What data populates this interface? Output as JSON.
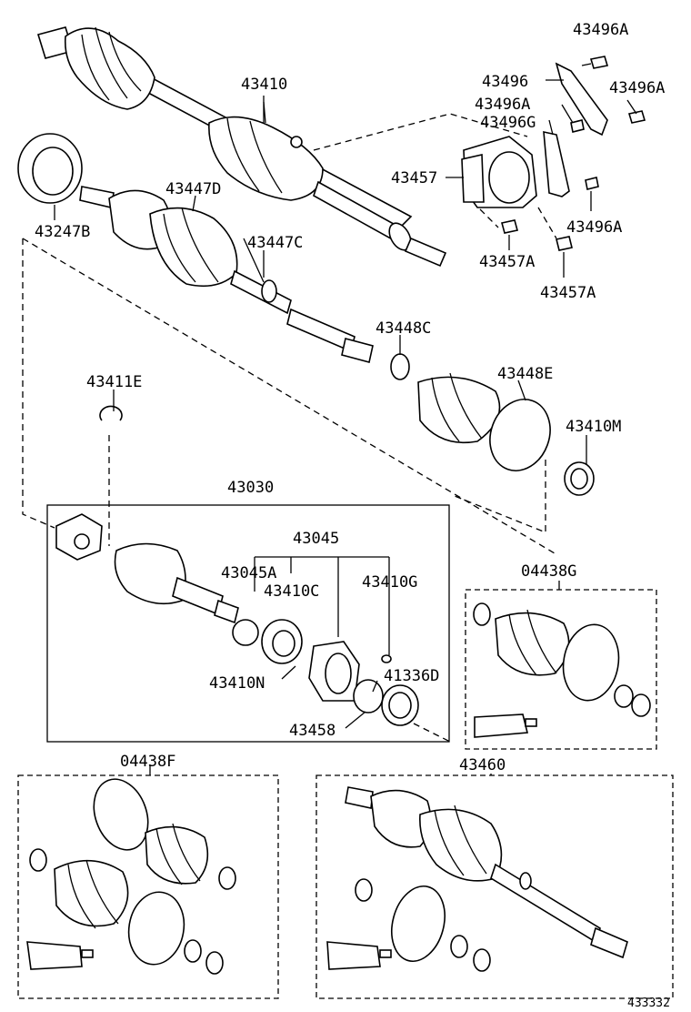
{
  "labels": {
    "l43496A_1": "43496A",
    "l43496": "43496",
    "l43496A_2": "43496A",
    "l43496A_3": "43496A",
    "l43496G": "43496G",
    "l43410": "43410",
    "l43457": "43457",
    "l43496A_4": "43496A",
    "l43457A_1": "43457A",
    "l43457A_2": "43457A",
    "l43247B": "43247B",
    "l43447D": "43447D",
    "l43447C": "43447C",
    "l43448C": "43448C",
    "l43448E": "43448E",
    "l43411E": "43411E",
    "l43410M": "43410M",
    "l43030": "43030",
    "l43045": "43045",
    "l43045A": "43045A",
    "l43410C": "43410C",
    "l43410G": "43410G",
    "l04438G": "04438G",
    "l41336D": "41336D",
    "l43410N": "43410N",
    "l43458": "43458",
    "l04438F": "04438F",
    "l43460": "43460"
  },
  "figure_ref": "433332"
}
